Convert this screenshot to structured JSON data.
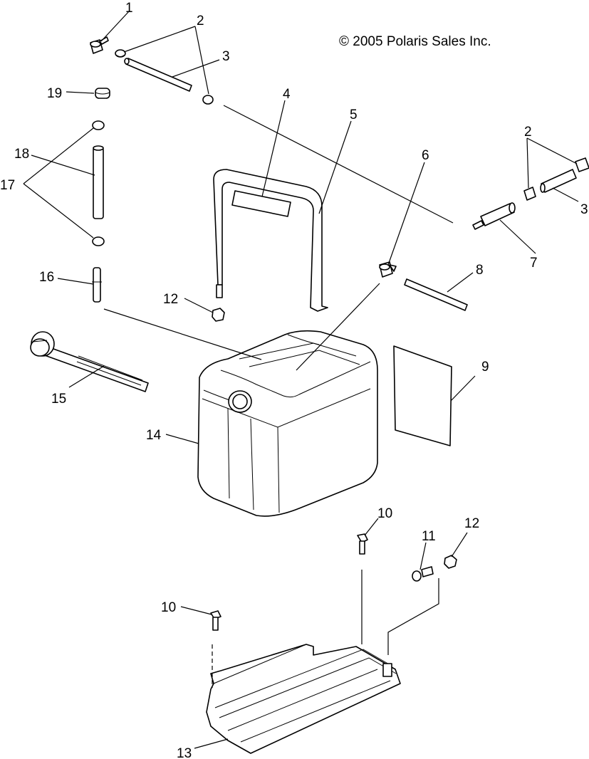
{
  "copyright": "© 2005 Polaris Sales Inc.",
  "callouts": {
    "c1": "1",
    "c2a": "2",
    "c3a": "3",
    "c4": "4",
    "c5": "5",
    "c2b": "2",
    "c6": "6",
    "c3b": "3",
    "c7": "7",
    "c8": "8",
    "c19": "19",
    "c18": "18",
    "c17": "17",
    "c16": "16",
    "c12a": "12",
    "c15": "15",
    "c9": "9",
    "c14": "14",
    "c10a": "10",
    "c11": "11",
    "c12b": "12",
    "c10b": "10",
    "c13": "13"
  }
}
